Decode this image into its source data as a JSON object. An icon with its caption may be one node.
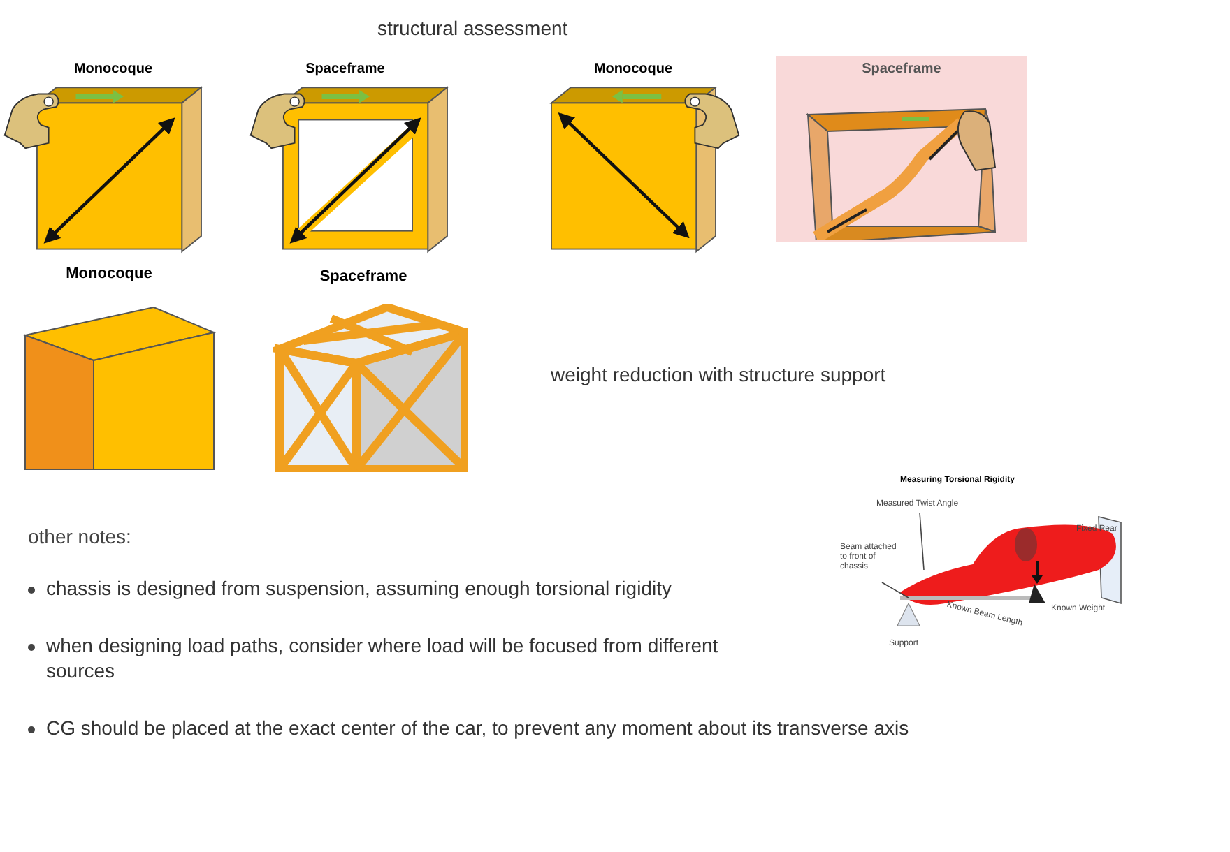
{
  "diagram": {
    "title": "structural assessment",
    "nodes": [
      {
        "text": [
          "Spaceframe"
        ]
      },
      {
        "text": [
          "Measured Twist Angle"
        ]
      },
      {
        "text": [
          "Beam attached to front of chassis"
        ]
      },
      {
        "text": [],
        "shape": "picture"
      }
    ],
    "edges": [
      {
        "from": 1,
        "to": 3,
        "arrow": "none"
      },
      {
        "from": 2,
        "to": 3,
        "arrow": "none"
      }
    ],
    "labels": [
      "Monocoque",
      "Spaceframe",
      "Monocoque",
      "Monocoque",
      "Spaceframe",
      "weight reduction with structure support",
      "other notes:",
      "chassis is designed from suspension, assuming enough torsional rigidity",
      "when designing load paths, consider where load will be focused from different sources",
      "CG should be placed at the exact center of the car, to prevent any moment about its transverse axis",
      "Measuring Torsional Rigidity",
      "Fixed Rear",
      "Known Weight",
      "Known Beam Length",
      "Support"
    ]
  }
}
